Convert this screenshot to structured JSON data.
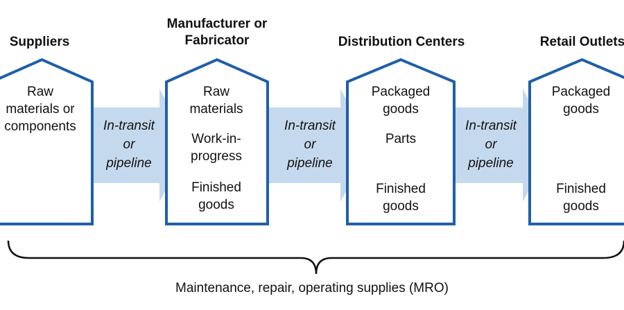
{
  "colors": {
    "house_stroke": "#1f5fa8",
    "arrow_fill": "#c5d9ee",
    "brace_stroke": "#111111"
  },
  "stages": [
    {
      "heading": [
        "Suppliers"
      ],
      "contents": [
        [
          "Raw",
          "materials or",
          "components"
        ]
      ]
    },
    {
      "heading": [
        "Manufacturer or",
        "Fabricator"
      ],
      "contents": [
        [
          "Raw",
          "materials"
        ],
        [
          "Work-in-",
          "progress"
        ],
        [
          "Finished",
          "goods"
        ]
      ]
    },
    {
      "heading": [
        "Distribution Centers"
      ],
      "contents": [
        [
          "Packaged",
          "goods"
        ],
        [
          "Parts"
        ],
        [
          "Finished",
          "goods"
        ]
      ]
    },
    {
      "heading": [
        "Retail Outlets"
      ],
      "contents": [
        [
          "Packaged",
          "goods"
        ],
        [
          "Finished",
          "goods"
        ]
      ]
    }
  ],
  "transit_labels": [
    [
      "In-transit",
      "or",
      "pipeline"
    ],
    [
      "In-transit",
      "or",
      "pipeline"
    ],
    [
      "In-transit",
      "or",
      "pipeline"
    ]
  ],
  "footer": "Maintenance, repair, operating supplies (MRO)"
}
